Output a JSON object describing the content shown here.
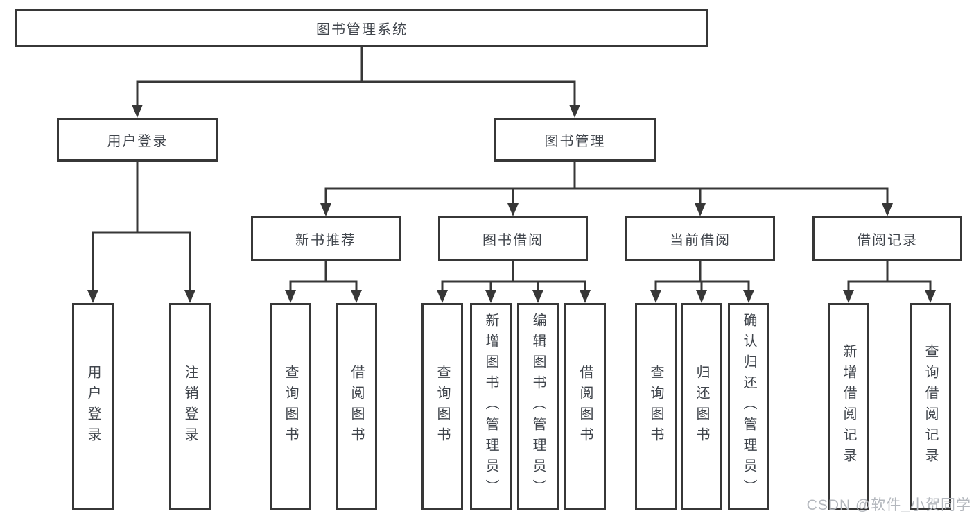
{
  "tree": {
    "label": "图书管理系统",
    "children": [
      {
        "label": "用户登录",
        "children": [
          {
            "label": "用户登录"
          },
          {
            "label": "注销登录"
          }
        ]
      },
      {
        "label": "图书管理",
        "children": [
          {
            "label": "新书推荐",
            "children": [
              {
                "label": "查询图书"
              },
              {
                "label": "借阅图书"
              }
            ]
          },
          {
            "label": "图书借阅",
            "children": [
              {
                "label": "查询图书"
              },
              {
                "label": "新增图书（管理员）"
              },
              {
                "label": "编辑图书（管理员）"
              },
              {
                "label": "借阅图书"
              }
            ]
          },
          {
            "label": "当前借阅",
            "children": [
              {
                "label": "查询图书"
              },
              {
                "label": "归还图书"
              },
              {
                "label": "确认归还（管理员）"
              }
            ]
          },
          {
            "label": "借阅记录",
            "children": [
              {
                "label": "新增借阅记录"
              },
              {
                "label": "查询借阅记录"
              }
            ]
          }
        ]
      }
    ]
  },
  "watermark": {
    "text": "CSDN @软件_小贺同学"
  },
  "colors": {
    "line": "#373737",
    "box_border": "#373737",
    "text": "#40454c",
    "watermark": "#b3b7bd",
    "background": "#ffffff"
  }
}
